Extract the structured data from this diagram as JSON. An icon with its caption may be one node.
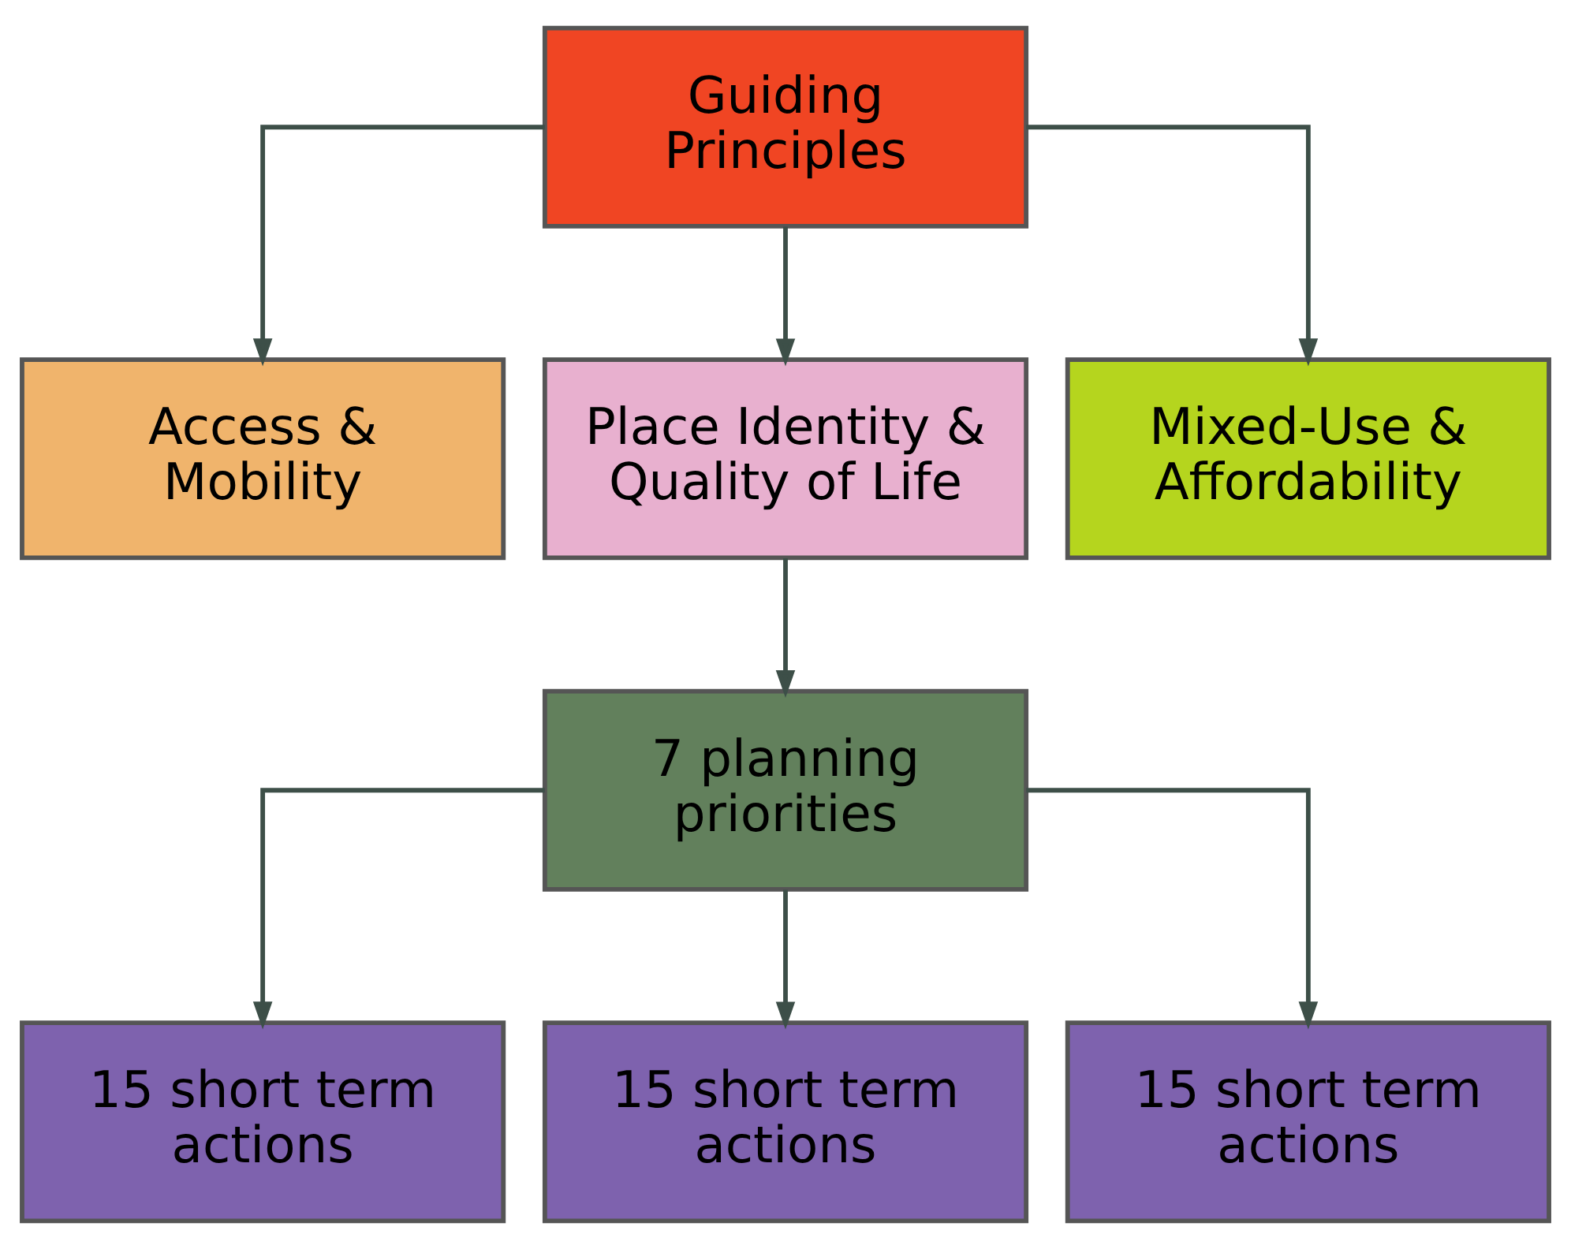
{
  "diagram": {
    "nodes": [
      {
        "text": [
          "Guiding Principles"
        ]
      },
      {
        "text": [
          "Access & Mobility"
        ]
      },
      {
        "text": [
          "Place Identity & Quality of Life"
        ]
      },
      {
        "text": [
          "Mixed-Use & Affordability"
        ]
      },
      {
        "text": [
          "7 planning priorities"
        ]
      },
      {
        "text": [
          "15 short term actions"
        ]
      },
      {
        "text": [
          "15 short term actions"
        ]
      },
      {
        "text": [
          "15 short term actions"
        ]
      }
    ],
    "edges": [
      {
        "from": 0,
        "to": 1,
        "arrow": "to"
      },
      {
        "from": 0,
        "to": 2,
        "arrow": "to"
      },
      {
        "from": 0,
        "to": 3,
        "arrow": "to"
      },
      {
        "from": 2,
        "to": 4,
        "arrow": "to"
      },
      {
        "from": 4,
        "to": 5,
        "arrow": "to"
      },
      {
        "from": 4,
        "to": 6,
        "arrow": "to"
      },
      {
        "from": 4,
        "to": 7,
        "arrow": "to"
      }
    ]
  }
}
